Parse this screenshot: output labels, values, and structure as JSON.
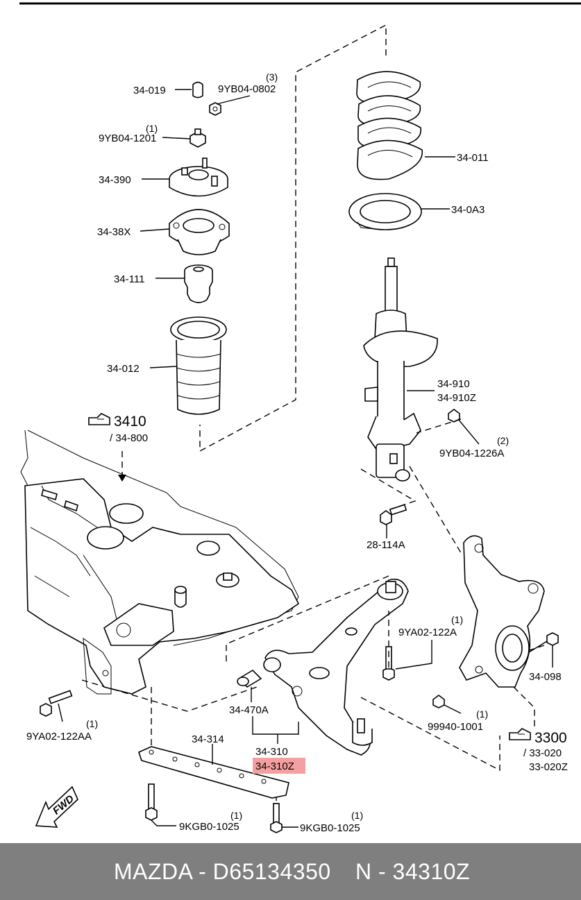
{
  "labels": {
    "l_34_019": "34-019",
    "l_9yb04_0802": "9YB04-0802",
    "q_0802": "(3)",
    "l_9yb04_1201": "9YB04-1201",
    "q_1201": "(1)",
    "l_34_390": "34-390",
    "l_34_38x": "34-38X",
    "l_34_111": "34-111",
    "l_34_012": "34-012",
    "l_34_011": "34-011",
    "l_34_0a3": "34-0A3",
    "l_34_910": "34-910",
    "l_34_910z": "34-910Z",
    "l_9yb04_1226a": "9YB04-1226A",
    "q_1226a": "(2)",
    "l_3410": "3410",
    "l_34_800": "/ 34-800",
    "l_28_114a": "28-114A",
    "l_9ya02_122a": "9YA02-122A",
    "q_122a": "(1)",
    "l_34_098": "34-098",
    "l_34_470a": "34-470A",
    "l_99940_1001": "99940-1001",
    "q_1001": "(1)",
    "l_3300": "3300",
    "l_33_020": "/ 33-020",
    "l_33_020z": "33-020Z",
    "l_34_314": "34-314",
    "l_34_310": "34-310",
    "l_34_310z": "34-310Z",
    "l_9ya02_122aa": "9YA02-122AA",
    "q_122aa": "(1)",
    "l_9kgb0_1025_a": "9KGB0-1025",
    "q_1025_a": "(1)",
    "l_9kgb0_1025_b": "9KGB0-1025",
    "q_1025_b": "(1)",
    "fwd": "FWD"
  },
  "highlight_color": "#f4a0a0",
  "footer": {
    "brand_part": "MAZDA - D65134350",
    "ref_number": "N - 34310Z"
  }
}
